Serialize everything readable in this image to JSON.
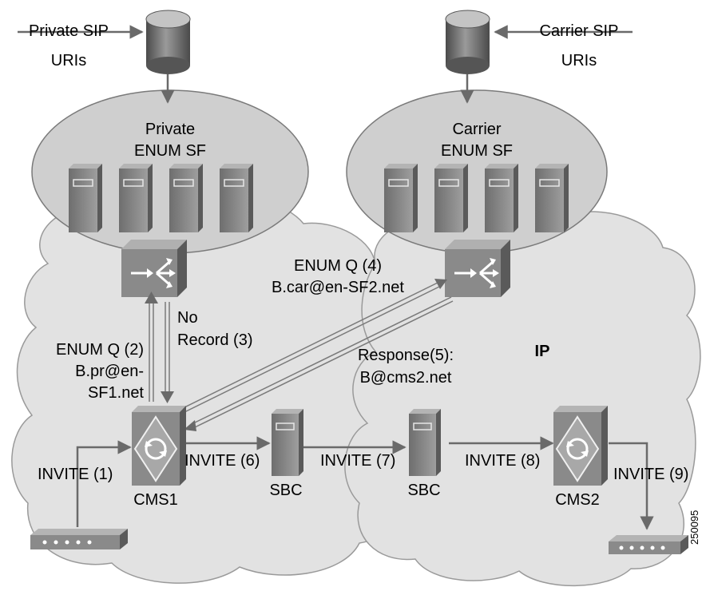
{
  "colors": {
    "cloud_fill": "#e2e2e2",
    "cloud_stroke": "#9a9a9a",
    "ellipse_fill": "#cfcfcf",
    "device_fill": "#8a8a8a",
    "device_dark": "#5f5f5f",
    "device_light": "#b8b8b8",
    "line": "#808080",
    "arrow": "#6a6a6a"
  },
  "sources": {
    "private": {
      "line1": "Private SIP",
      "line2": "URIs",
      "icon": "database-icon"
    },
    "carrier": {
      "line1": "Carrier SIP",
      "line2": "URIs",
      "icon": "database-icon"
    }
  },
  "server_farms": {
    "private": {
      "line1": "Private",
      "line2": "ENUM SF",
      "server_count": 4,
      "icon": "server-icon"
    },
    "carrier": {
      "line1": "Carrier",
      "line2": "ENUM SF",
      "server_count": 4,
      "icon": "server-icon"
    }
  },
  "routers": {
    "private": {
      "icon": "router-switch-icon"
    },
    "carrier": {
      "icon": "router-switch-icon"
    }
  },
  "network": {
    "ip_label": "IP"
  },
  "nodes": {
    "cms1": {
      "label": "CMS1",
      "icon": "call-agent-icon"
    },
    "sbc1": {
      "label": "SBC",
      "icon": "server-icon"
    },
    "sbc2": {
      "label": "SBC",
      "icon": "server-icon"
    },
    "cms2": {
      "label": "CMS2",
      "icon": "call-agent-icon"
    },
    "phone1": {
      "icon": "ip-phone-icon"
    },
    "phone2": {
      "icon": "ip-phone-icon"
    }
  },
  "messages": {
    "enum_q2": {
      "line1": "ENUM Q (2)",
      "line2": "B.pr@en-",
      "line3": "SF1.net"
    },
    "no_record3": {
      "line1": "No",
      "line2": "Record (3)"
    },
    "enum_q4": {
      "line1": "ENUM Q (4)",
      "line2": "B.car@en-SF2.net"
    },
    "response5": {
      "line1": "Response(5):",
      "line2": "B@cms2.net"
    },
    "invite1": "INVITE (1)",
    "invite6": "INVITE (6)",
    "invite7": "INVITE (7)",
    "invite8": "INVITE (8)",
    "invite9": "INVITE (9)"
  },
  "figure_id": "250095"
}
